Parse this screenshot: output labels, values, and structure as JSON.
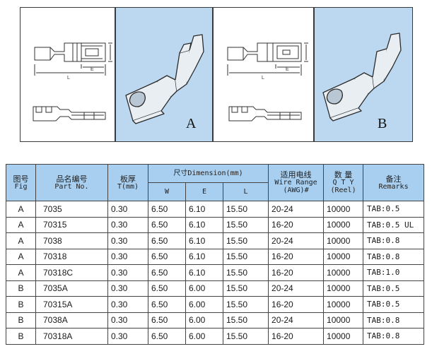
{
  "figures": [
    {
      "letter": "A",
      "dim_l": "L",
      "dim_e": "E"
    },
    {
      "letter": "B",
      "dim_l": "L",
      "dim_e": "E"
    }
  ],
  "table": {
    "headers": {
      "fig_cn": "图号",
      "fig_en": "Fig",
      "part_cn": "品名编号",
      "part_en": "Part No.",
      "thk_cn": "板厚",
      "thk_en": "T(mm)",
      "dim_group": "尺寸Dimension(mm)",
      "dim_w": "W",
      "dim_e": "E",
      "dim_l": "L",
      "wire_cn": "适用电线",
      "wire_en": "Wire Range",
      "wire_unit": "(AWG)#",
      "qty_cn": "数  量",
      "qty_en": "Q T Y",
      "qty_unit": "(Reel)",
      "rem_cn": "备注",
      "rem_en": "Remarks"
    },
    "rows": [
      {
        "fig": "A",
        "part": "7035",
        "t": "0.30",
        "w": "6.50",
        "e": "6.10",
        "l": "15.50",
        "wire": "20-24",
        "qty": "10000",
        "remarks": "TAB:0.5"
      },
      {
        "fig": "A",
        "part": "70315",
        "t": "0.30",
        "w": "6.50",
        "e": "6.10",
        "l": "15.50",
        "wire": "16-20",
        "qty": "10000",
        "remarks": "TAB:0.5 UL"
      },
      {
        "fig": "A",
        "part": "7038",
        "t": "0.30",
        "w": "6.50",
        "e": "6.10",
        "l": "15.50",
        "wire": "20-24",
        "qty": "10000",
        "remarks": "TAB:0.8"
      },
      {
        "fig": "A",
        "part": "70318",
        "t": "0.30",
        "w": "6.50",
        "e": "6.10",
        "l": "15.50",
        "wire": "16-20",
        "qty": "10000",
        "remarks": "TAB:0.8"
      },
      {
        "fig": "A",
        "part": "70318C",
        "t": "0.30",
        "w": "6.50",
        "e": "6.10",
        "l": "15.50",
        "wire": "16-20",
        "qty": "10000",
        "remarks": "TAB:1.0"
      },
      {
        "fig": "B",
        "part": "7035A",
        "t": "0.30",
        "w": "6.50",
        "e": "6.00",
        "l": "15.50",
        "wire": "20-24",
        "qty": "10000",
        "remarks": "TAB:0.5"
      },
      {
        "fig": "B",
        "part": "70315A",
        "t": "0.30",
        "w": "6.50",
        "e": "6.00",
        "l": "15.50",
        "wire": "16-20",
        "qty": "10000",
        "remarks": "TAB:0.5"
      },
      {
        "fig": "B",
        "part": "7038A",
        "t": "0.30",
        "w": "6.50",
        "e": "6.00",
        "l": "15.50",
        "wire": "20-24",
        "qty": "10000",
        "remarks": "TAB:0.8"
      },
      {
        "fig": "B",
        "part": "70318A",
        "t": "0.30",
        "w": "6.50",
        "e": "6.00",
        "l": "15.50",
        "wire": "16-20",
        "qty": "10000",
        "remarks": "TAB:0.8"
      }
    ]
  }
}
